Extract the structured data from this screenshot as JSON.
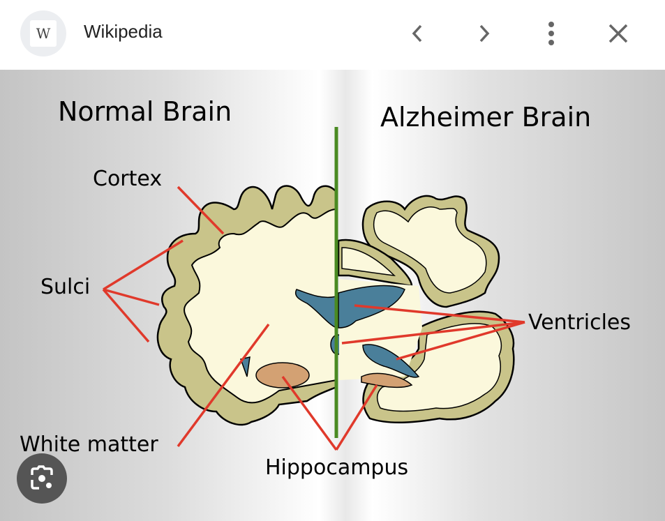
{
  "header": {
    "favicon_letter": "W",
    "title": "Wikipedia",
    "icons": [
      "back-chevron-icon",
      "forward-chevron-icon",
      "more-vert-icon",
      "close-icon"
    ]
  },
  "image": {
    "left_title": "Normal Brain",
    "right_title": "Alzheimer Brain",
    "labels": {
      "cortex": "Cortex",
      "sulci": "Sulci",
      "white_matter": "White matter",
      "hippocampus": "Hippocampus",
      "ventricles": "Ventricles"
    },
    "colors": {
      "cortex": "#c9c48a",
      "white_matter": "#fbf8dc",
      "ventricle": "#4a7f9a",
      "hippocampus": "#d3a173",
      "pointer": "#e0392b",
      "divider": "#4a8a22"
    }
  },
  "overlay": {
    "lens_button": "google-lens-icon"
  }
}
